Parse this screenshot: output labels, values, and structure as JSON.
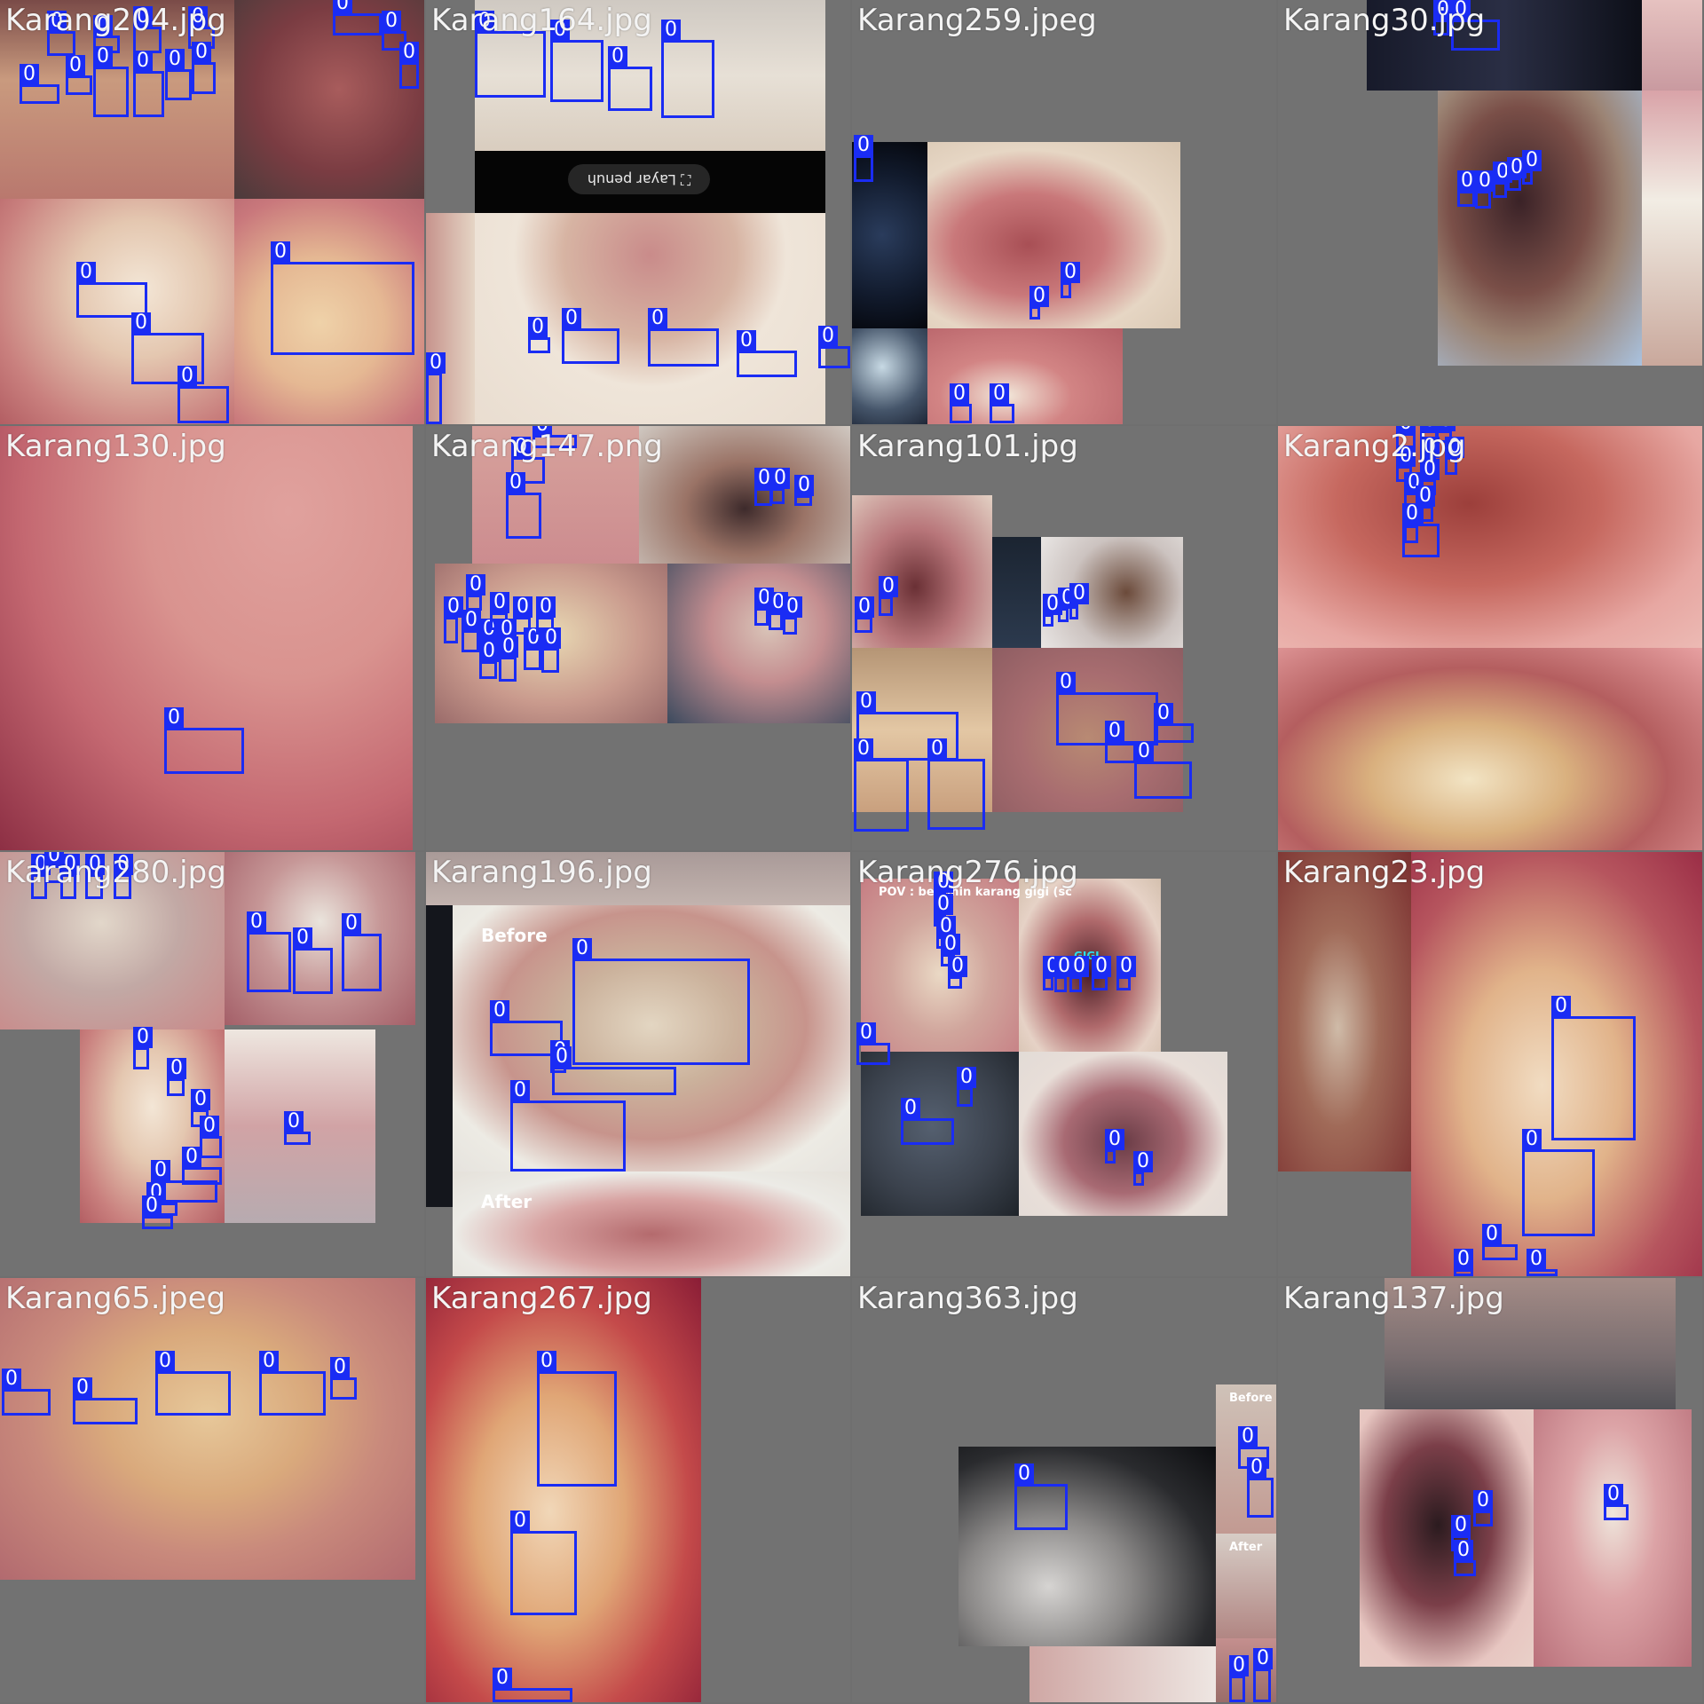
{
  "tiles": [
    {
      "name": "Karang204.jpg",
      "detections": [
        "0",
        "0",
        "0",
        "0",
        "0",
        "0",
        "0",
        "0",
        "0",
        "0",
        "0",
        "0",
        "0",
        "0",
        "0",
        "0",
        "0"
      ]
    },
    {
      "name": "Karang164.jpg",
      "detections": [
        "0",
        "0",
        "0",
        "0",
        "0",
        "0",
        "0",
        "0",
        "0",
        "0",
        "0"
      ],
      "screen_text": "Layar penuh"
    },
    {
      "name": "Karang259.jpeg",
      "detections": [
        "0",
        "0",
        "0",
        "0",
        "0"
      ]
    },
    {
      "name": "Karang30.jpg",
      "detections": [
        "0",
        "0",
        "0",
        "0",
        "0",
        "0",
        "0"
      ]
    },
    {
      "name": "Karang130.jpg",
      "detections": [
        "0"
      ]
    },
    {
      "name": "Karang147.png",
      "detections": [
        "0",
        "0",
        "0",
        "0",
        "0",
        "0",
        "0",
        "0",
        "0",
        "0",
        "0",
        "0",
        "0",
        "0",
        "0",
        "0",
        "0",
        "0",
        "0",
        "0",
        "0"
      ]
    },
    {
      "name": "Karang101.jpg",
      "detections": [
        "0",
        "0",
        "0",
        "0",
        "0",
        "0",
        "0",
        "0",
        "0",
        "0",
        "0",
        "0"
      ]
    },
    {
      "name": "Karang2.jpg",
      "detections": [
        "0",
        "0",
        "0",
        "0",
        "0",
        "0",
        "0",
        "0",
        "0",
        "0",
        "0"
      ]
    },
    {
      "name": "Karang280.jpg",
      "detections": [
        "0",
        "0",
        "0",
        "0",
        "0",
        "0",
        "0",
        "0",
        "0",
        "0",
        "0",
        "0",
        "0",
        "0",
        "0",
        "0",
        "0",
        "0"
      ]
    },
    {
      "name": "Karang196.jpg",
      "detections": [
        "0",
        "0",
        "0",
        "0",
        "0"
      ],
      "before_label": "Before",
      "after_label": "After"
    },
    {
      "name": "Karang276.jpg",
      "detections": [
        "0",
        "0",
        "0",
        "0",
        "0",
        "0",
        "0",
        "0",
        "0",
        "0",
        "0",
        "0",
        "0",
        "0",
        "0"
      ],
      "caption": "POV : bersihin karang gigi (sc",
      "brand": "GIGI"
    },
    {
      "name": "Karang23.jpg",
      "detections": [
        "0",
        "0",
        "0",
        "0",
        "0"
      ]
    },
    {
      "name": "Karang65.jpeg",
      "detections": [
        "0",
        "0",
        "0",
        "0",
        "0",
        "0"
      ]
    },
    {
      "name": "Karang267.jpg",
      "detections": [
        "0",
        "0",
        "0"
      ]
    },
    {
      "name": "Karang363.jpg",
      "detections": [
        "0",
        "0",
        "0",
        "0",
        "0"
      ],
      "before_label": "Before",
      "after_label": "After"
    },
    {
      "name": "Karang137.jpg",
      "detections": [
        "0",
        "0",
        "0",
        "0"
      ]
    }
  ],
  "colors": {
    "box": "#1a2cf4",
    "filename": "#f4f4f4",
    "letterbox": "#727272"
  }
}
